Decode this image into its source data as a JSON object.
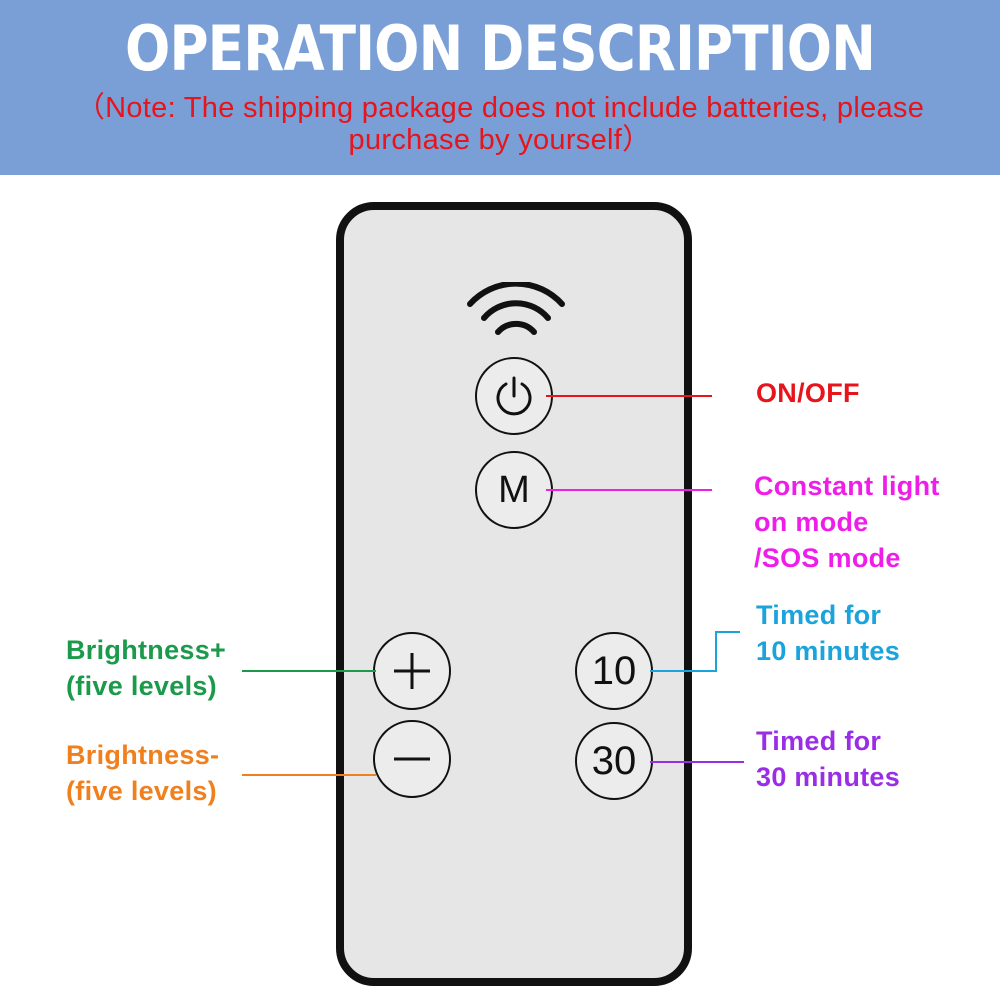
{
  "header": {
    "title": "OPERATION DESCRIPTION",
    "note_line1": "（Note: The shipping package does not include batteries, please",
    "note_line2": "purchase by yourself）"
  },
  "remote": {
    "buttons": {
      "power_icon": "power-icon",
      "mode": "M",
      "plus_icon": "plus-icon",
      "minus_icon": "minus-icon",
      "timer10": "10",
      "timer30": "30"
    },
    "signal_icon": "wifi-signal-icon"
  },
  "labels": {
    "onoff": "ON/OFF",
    "mode_line1": "Constant light",
    "mode_line2": "on mode",
    "mode_line3": "/SOS mode",
    "timer10_line1": "Timed for",
    "timer10_line2": "10 minutes",
    "timer30_line1": "Timed for",
    "timer30_line2": "30 minutes",
    "bright_plus_line1": "Brightness+",
    "bright_plus_line2": "(five levels)",
    "bright_minus_line1": "Brightness-",
    "bright_minus_line2": "(five levels)"
  },
  "colors": {
    "banner": "#799fd6",
    "onoff": "#e8141b",
    "mode": "#ee1ee8",
    "timer10": "#1ba3dc",
    "timer30": "#9a2ee6",
    "bright_plus": "#1b9a4b",
    "bright_minus": "#f0801e"
  }
}
